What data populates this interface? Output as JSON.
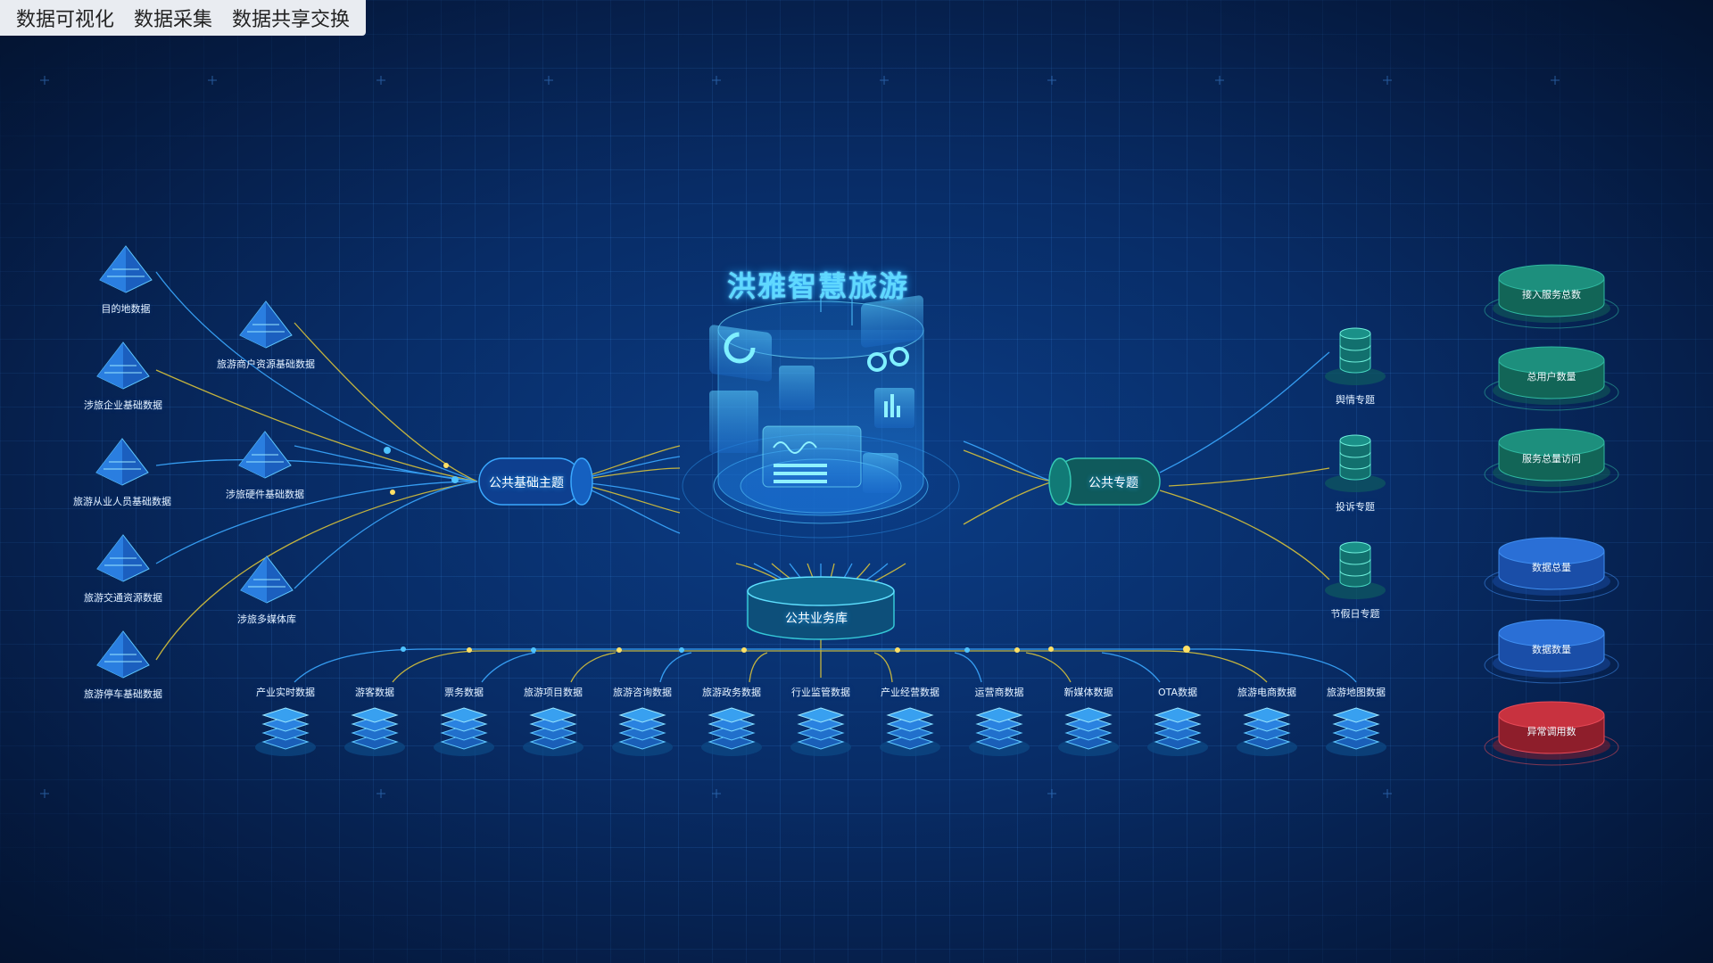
{
  "topnav": {
    "tabs": [
      "数据可视化",
      "数据采集",
      "数据共享交换"
    ]
  },
  "title": "洪雅智慧旅游",
  "hubs": {
    "basic": "公共基础主题",
    "special": "公共专题",
    "business": "公共业务库"
  },
  "left_sources": {
    "outer": [
      "目的地数据",
      "涉旅企业基础数据",
      "旅游从业人员基础数据",
      "旅游交通资源数据",
      "旅游停车基础数据"
    ],
    "inner": [
      "旅游商户资源基础数据",
      "涉旅硬件基础数据",
      "涉旅多媒体库"
    ]
  },
  "right_topics": [
    "舆情专题",
    "投诉专题",
    "节假日专题"
  ],
  "bottom_sources": [
    "产业实时数据",
    "游客数据",
    "票务数据",
    "旅游项目数据",
    "旅游咨询数据",
    "旅游政务数据",
    "行业监管数据",
    "产业经营数据",
    "运营商数据",
    "新媒体数据",
    "OTA数据",
    "旅游电商数据",
    "旅游地图数据"
  ],
  "stats": [
    {
      "label": "接入服务总数",
      "color": "teal"
    },
    {
      "label": "总用户数量",
      "color": "teal"
    },
    {
      "label": "服务总量访问",
      "color": "teal"
    },
    {
      "label": "数据总量",
      "color": "blue"
    },
    {
      "label": "数据数量",
      "color": "blue"
    },
    {
      "label": "异常调用数",
      "color": "red"
    }
  ],
  "colors": {
    "accent": "#5fd8ff",
    "line_blue": "#3aa8ff",
    "line_yellow": "#d8c23a",
    "teal": "#1f8a7a",
    "blue": "#1d5fc4",
    "red": "#b0283a"
  }
}
